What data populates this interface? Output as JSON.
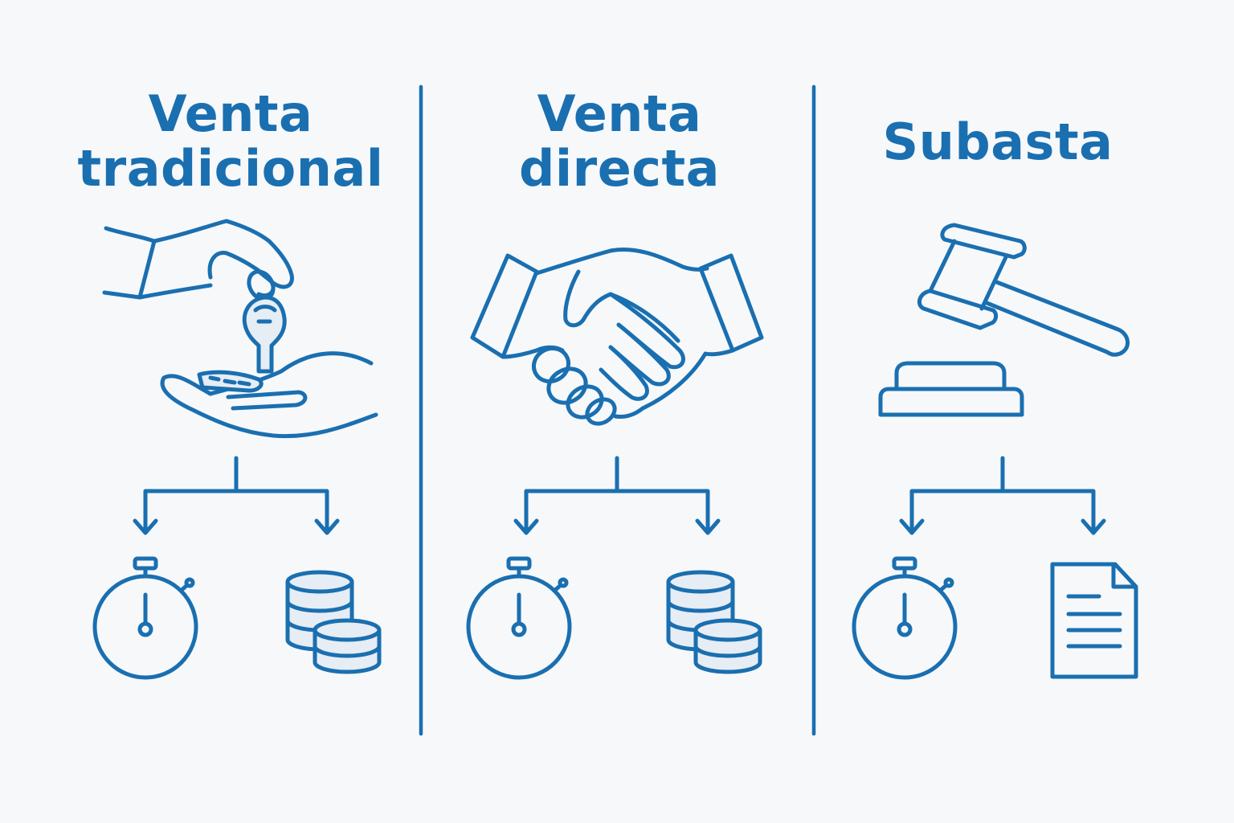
{
  "colors": {
    "primary": "#1a6fb0",
    "background": "#f6f8fa",
    "fill_light": "#e6edf4"
  },
  "columns": [
    {
      "title_line1": "Venta",
      "title_line2": "tradicional",
      "main_icon": "hand-giving-key-icon",
      "outcomes": [
        "stopwatch-icon",
        "coin-stacks-icon"
      ]
    },
    {
      "title_line1": "Venta",
      "title_line2": "directa",
      "main_icon": "handshake-icon",
      "outcomes": [
        "stopwatch-icon",
        "coin-stacks-icon"
      ]
    },
    {
      "title_line1": "Subasta",
      "title_line2": "",
      "main_icon": "gavel-icon",
      "outcomes": [
        "stopwatch-icon",
        "document-icon"
      ]
    }
  ]
}
